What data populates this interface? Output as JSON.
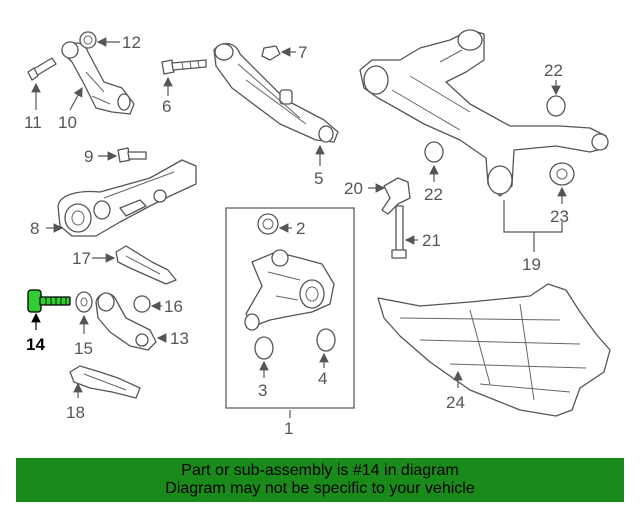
{
  "diagram": {
    "callouts": [
      "1",
      "2",
      "3",
      "4",
      "5",
      "6",
      "7",
      "8",
      "9",
      "10",
      "11",
      "12",
      "13",
      "14",
      "15",
      "16",
      "17",
      "18",
      "19",
      "20",
      "21",
      "22",
      "22",
      "23",
      "24"
    ],
    "highlight_callout": "14",
    "highlight_color": "#33cc33"
  },
  "banner": {
    "line1": "Part or sub-assembly is #14 in diagram",
    "line2": "Diagram may not be specific to your vehicle",
    "background": "#1a8a1a"
  }
}
